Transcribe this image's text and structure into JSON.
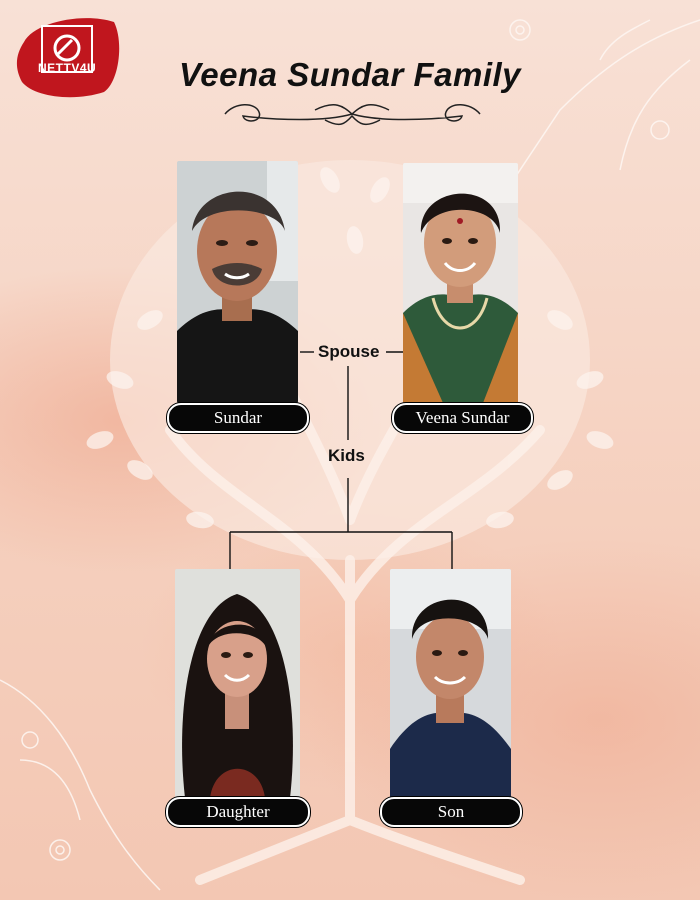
{
  "brand": {
    "logo_text": "NETTV4U"
  },
  "title": "Veena Sundar Family",
  "relations": {
    "spouse": "Spouse",
    "kids": "Kids"
  },
  "members": {
    "sundar": {
      "name": "Sundar"
    },
    "veena": {
      "name": "Veena Sundar"
    },
    "daughter": {
      "name": "Daughter"
    },
    "son": {
      "name": "Son"
    }
  },
  "colors": {
    "background": "#f6d6c8",
    "accent": "#c0161e",
    "pill": "#070707"
  }
}
